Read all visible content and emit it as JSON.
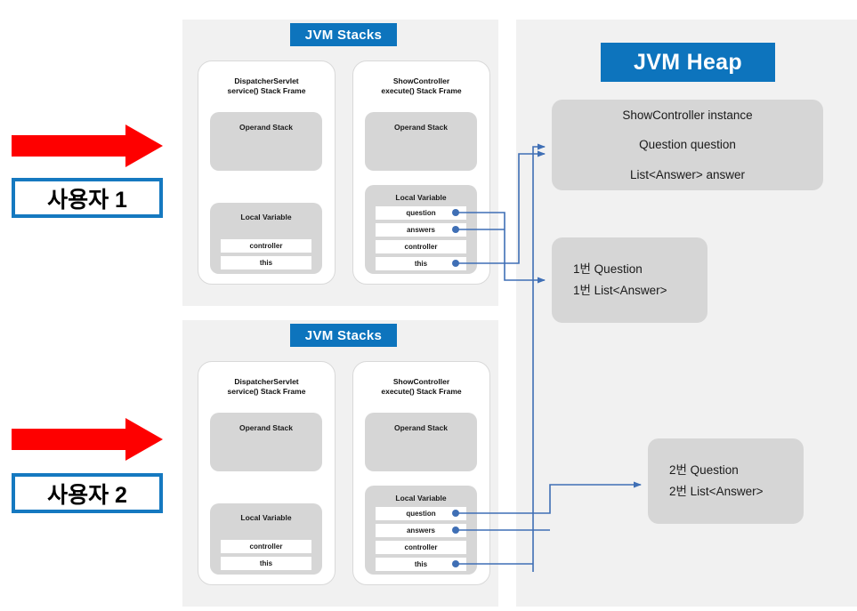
{
  "colors": {
    "chip_blue": "#0d74bd",
    "panel_grey": "#f1f1f1",
    "box_grey": "#d6d6d6",
    "wire_blue": "#3f6fb5",
    "arrow_red": "#fe0000",
    "user_border_blue": "#1579c0"
  },
  "users": [
    {
      "label": "사용자 1"
    },
    {
      "label": "사용자 2"
    }
  ],
  "stacks": [
    {
      "title": "JVM Stacks",
      "frames": [
        {
          "title_line1": "DispatcherServlet",
          "title_line2": "service() Stack Frame",
          "operand_label": "Operand Stack",
          "local_label": "Local Variable",
          "slots": [
            "controller",
            "this"
          ]
        },
        {
          "title_line1": "ShowController",
          "title_line2": "execute() Stack Frame",
          "operand_label": "Operand Stack",
          "local_label": "Local Variable",
          "slots": [
            "question",
            "answers",
            "controller",
            "this"
          ]
        }
      ]
    },
    {
      "title": "JVM Stacks",
      "frames": [
        {
          "title_line1": "DispatcherServlet",
          "title_line2": "service() Stack Frame",
          "operand_label": "Operand Stack",
          "local_label": "Local Variable",
          "slots": [
            "controller",
            "this"
          ]
        },
        {
          "title_line1": "ShowController",
          "title_line2": "execute() Stack Frame",
          "operand_label": "Operand Stack",
          "local_label": "Local Variable",
          "slots": [
            "question",
            "answers",
            "controller",
            "this"
          ]
        }
      ]
    }
  ],
  "heap": {
    "title": "JVM Heap",
    "objects": [
      {
        "id": "showcontroller-instance",
        "lines": [
          "ShowController instance",
          "Question question",
          "List<Answer> answer"
        ]
      },
      {
        "id": "question-1",
        "lines": [
          "1번 Question",
          "1번 List<Answer>"
        ]
      },
      {
        "id": "question-2",
        "lines": [
          "2번 Question",
          "2번 List<Answer>"
        ]
      }
    ]
  }
}
